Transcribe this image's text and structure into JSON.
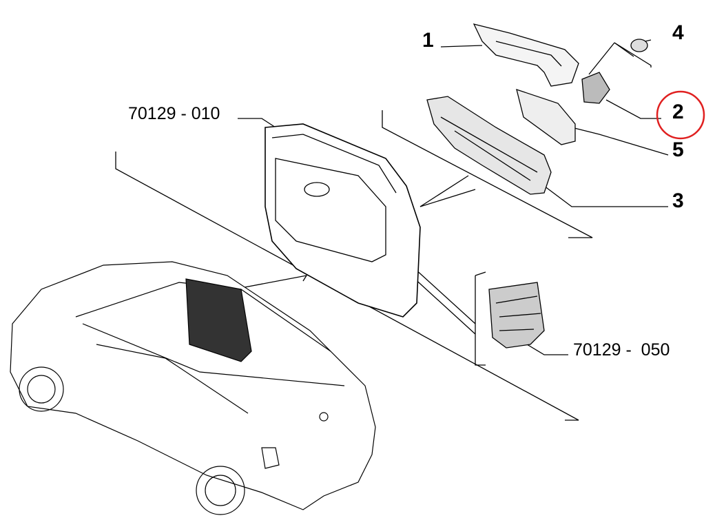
{
  "callouts": {
    "p1": "1",
    "p2": "2",
    "p3": "3",
    "p4": "4",
    "p5": "5"
  },
  "references": {
    "door": "70129 - 010",
    "lock": "70129 -  050"
  },
  "highlight": {
    "callout": "2",
    "color": "#e02020"
  }
}
